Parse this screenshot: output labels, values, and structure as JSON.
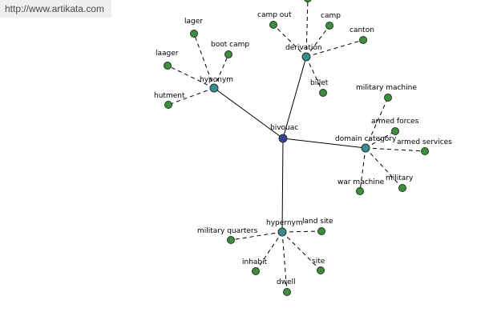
{
  "url": "http://www.artikata.com",
  "colors": {
    "root": "#3a3f97",
    "hub": "#3c8a96",
    "leaf": "#3f8c3f"
  },
  "graph": {
    "nodes": [
      {
        "id": "bivouac",
        "label": "bivouac",
        "kind": "root"
      },
      {
        "id": "hyponym",
        "label": "hyponym",
        "kind": "hub"
      },
      {
        "id": "derivation",
        "label": "derivation",
        "kind": "hub"
      },
      {
        "id": "domain-category",
        "label": "domain category",
        "kind": "hub"
      },
      {
        "id": "hypernym",
        "label": "hypernym",
        "kind": "hub"
      },
      {
        "id": "lager",
        "label": "lager",
        "kind": "leaf"
      },
      {
        "id": "boot-camp",
        "label": "boot camp",
        "kind": "leaf"
      },
      {
        "id": "laager",
        "label": "laager",
        "kind": "leaf"
      },
      {
        "id": "hutment",
        "label": "hutment",
        "kind": "leaf"
      },
      {
        "id": "camp-out",
        "label": "camp out",
        "kind": "leaf"
      },
      {
        "id": "camp",
        "label": "camp",
        "kind": "leaf"
      },
      {
        "id": "canton",
        "label": "canton",
        "kind": "leaf"
      },
      {
        "id": "billet",
        "label": "billet",
        "kind": "leaf"
      },
      {
        "id": "derivation-top",
        "label": "",
        "kind": "leaf"
      },
      {
        "id": "military-machine",
        "label": "military machine",
        "kind": "leaf"
      },
      {
        "id": "armed-forces",
        "label": "armed forces",
        "kind": "leaf"
      },
      {
        "id": "armed-services",
        "label": "armed services",
        "kind": "leaf"
      },
      {
        "id": "war-machine",
        "label": "war machine",
        "kind": "leaf"
      },
      {
        "id": "military",
        "label": "military",
        "kind": "leaf"
      },
      {
        "id": "military-quarters",
        "label": "military quarters",
        "kind": "leaf"
      },
      {
        "id": "land-site",
        "label": "land site",
        "kind": "leaf"
      },
      {
        "id": "inhabit",
        "label": "inhabit",
        "kind": "leaf"
      },
      {
        "id": "site",
        "label": "site",
        "kind": "leaf"
      },
      {
        "id": "dwell",
        "label": "dwell",
        "kind": "leaf"
      }
    ],
    "edges": [
      {
        "from": "bivouac",
        "to": "hyponym",
        "style": "solid"
      },
      {
        "from": "bivouac",
        "to": "derivation",
        "style": "solid"
      },
      {
        "from": "bivouac",
        "to": "domain-category",
        "style": "solid"
      },
      {
        "from": "bivouac",
        "to": "hypernym",
        "style": "solid"
      },
      {
        "from": "hyponym",
        "to": "lager",
        "style": "dashed"
      },
      {
        "from": "hyponym",
        "to": "boot-camp",
        "style": "dashed"
      },
      {
        "from": "hyponym",
        "to": "laager",
        "style": "dashed"
      },
      {
        "from": "hyponym",
        "to": "hutment",
        "style": "dashed"
      },
      {
        "from": "derivation",
        "to": "camp-out",
        "style": "dashed"
      },
      {
        "from": "derivation",
        "to": "camp",
        "style": "dashed"
      },
      {
        "from": "derivation",
        "to": "canton",
        "style": "dashed"
      },
      {
        "from": "derivation",
        "to": "billet",
        "style": "dashed"
      },
      {
        "from": "derivation",
        "to": "derivation-top",
        "style": "dashed"
      },
      {
        "from": "domain-category",
        "to": "military-machine",
        "style": "dashed"
      },
      {
        "from": "domain-category",
        "to": "armed-forces",
        "style": "dashed"
      },
      {
        "from": "domain-category",
        "to": "armed-services",
        "style": "dashed"
      },
      {
        "from": "domain-category",
        "to": "war-machine",
        "style": "dashed"
      },
      {
        "from": "domain-category",
        "to": "military",
        "style": "dashed"
      },
      {
        "from": "hypernym",
        "to": "military-quarters",
        "style": "dashed"
      },
      {
        "from": "hypernym",
        "to": "land-site",
        "style": "dashed"
      },
      {
        "from": "hypernym",
        "to": "inhabit",
        "style": "dashed"
      },
      {
        "from": "hypernym",
        "to": "site",
        "style": "dashed"
      },
      {
        "from": "hypernym",
        "to": "dwell",
        "style": "dashed"
      }
    ]
  }
}
